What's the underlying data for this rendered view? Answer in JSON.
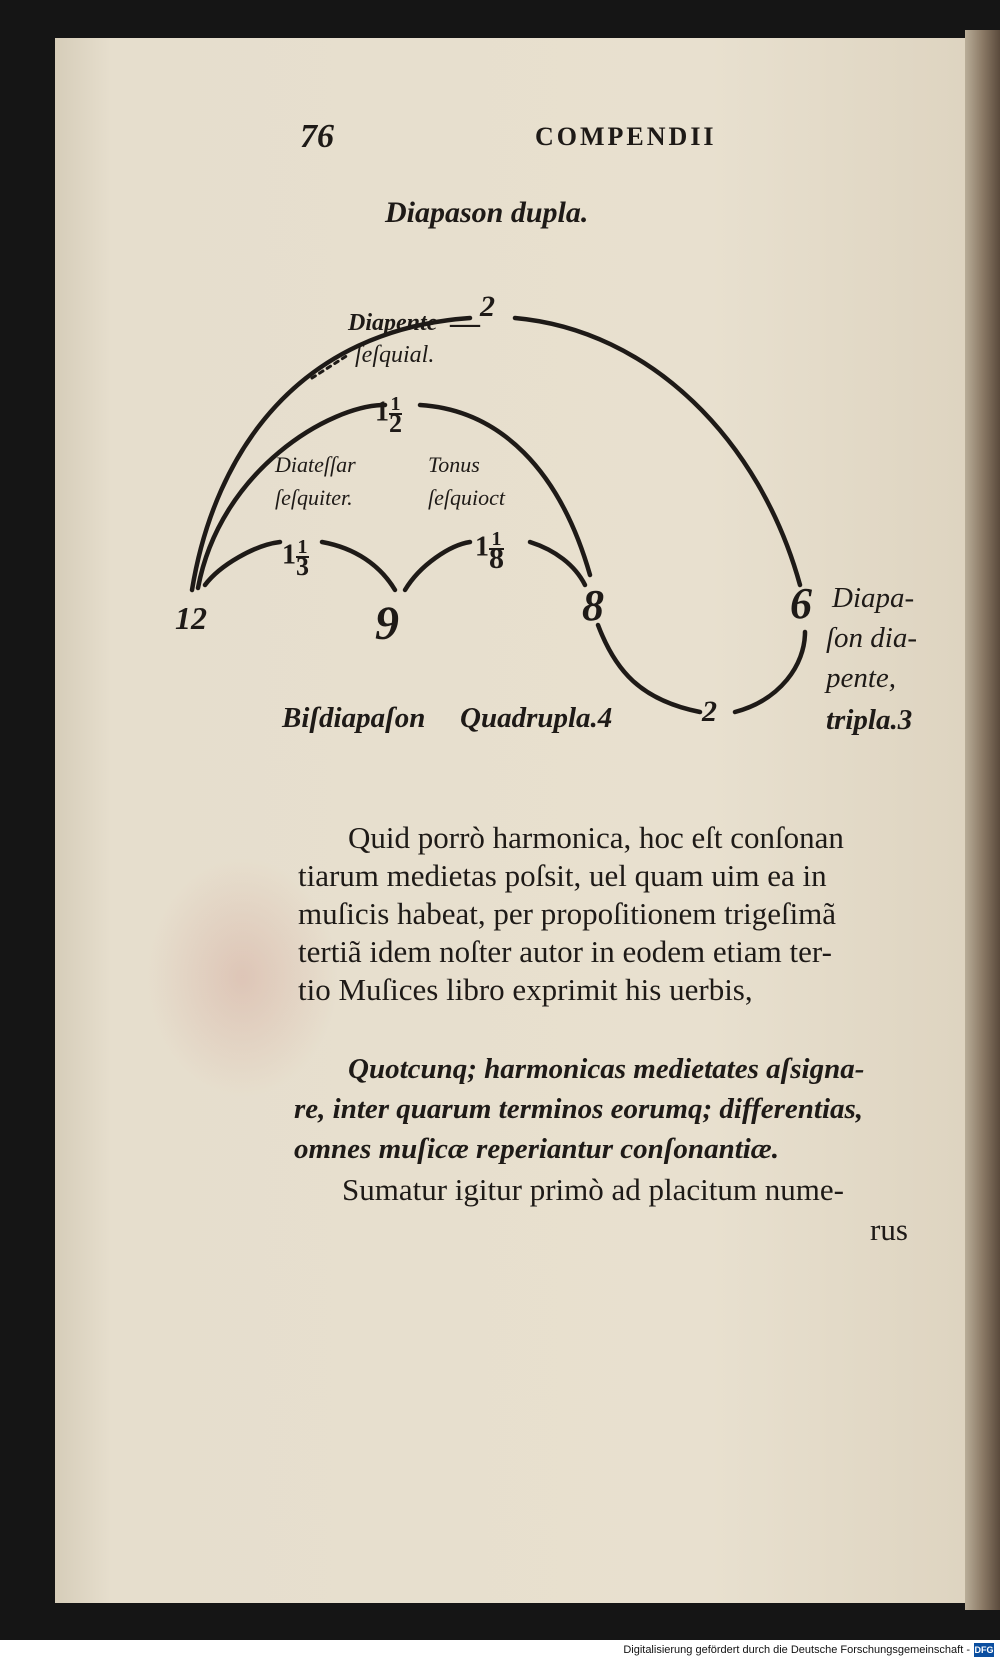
{
  "page": {
    "number": "76",
    "running_head": "COMPENDII"
  },
  "diagram": {
    "title": "Diapason dupla.",
    "labels": {
      "diapente": "Diapente",
      "sesquial": "ſeſquial.",
      "diatessar": "Diateſſar",
      "sesquiter": "ſeſquiter.",
      "tonus": "Tonus",
      "sesquioct": "ſeſquioct",
      "diapason_diapente_1": "Diapa-",
      "diapason_diapente_2": "ſon dia-",
      "diapason_diapente_3": "pente,",
      "diapason_diapente_4": "tripla.3",
      "bisdiapason": "Biſdiapaſon",
      "quadrupla": "Quadrupla.4"
    },
    "numbers": {
      "n12": "12",
      "n9": "9",
      "n8": "8",
      "n6": "6",
      "n2_bottom": "2",
      "n2_top": "2"
    },
    "fractions": {
      "one_half": {
        "whole": "1",
        "num": "1",
        "den": "2"
      },
      "one_third": {
        "whole": "1",
        "num": "1",
        "den": "3"
      },
      "one_eighth": {
        "whole": "1",
        "num": "1",
        "den": "8"
      }
    }
  },
  "paragraph1": [
    "Quid porrò harmonica, hoc eſt conſonan",
    "tiarum medietas poſsit, uel quam uim ea in",
    "muſicis habeat, per propoſitionem trigeſimã",
    "tertiã idem noſter autor in eodem etiam ter-",
    "tio Muſices libro exprimit his uerbis,"
  ],
  "paragraph2": [
    "Quotcunq; harmonicas medietates aſsigna-",
    "re, inter quarum terminos eorumq; differentias,",
    "omnes muſicæ reperiantur conſonantiæ."
  ],
  "paragraph3": [
    "Sumatur igitur primò ad placitum nume-",
    "rus"
  ],
  "footer": {
    "credit": "Digitalisierung gefördert durch die Deutsche Forschungsgemeinschaft -",
    "badge": "DFG"
  },
  "colors": {
    "paper": "#e4dccb",
    "ink": "#1e1a17",
    "background": "#151515"
  }
}
